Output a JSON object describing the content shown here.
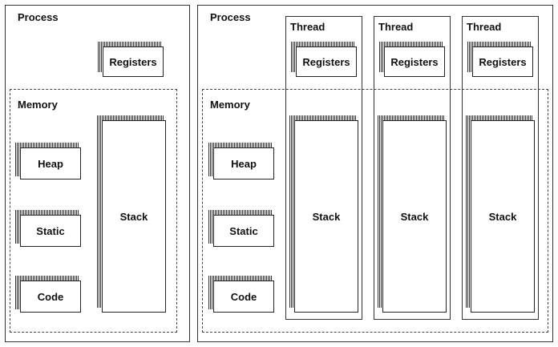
{
  "single": {
    "process_label": "Process",
    "memory_label": "Memory",
    "registers_label": "Registers",
    "heap_label": "Heap",
    "static_label": "Static",
    "code_label": "Code",
    "stack_label": "Stack"
  },
  "multi": {
    "process_label": "Process",
    "memory_label": "Memory",
    "heap_label": "Heap",
    "static_label": "Static",
    "code_label": "Code",
    "threads": [
      {
        "label": "Thread",
        "registers_label": "Registers",
        "stack_label": "Stack"
      },
      {
        "label": "Thread",
        "registers_label": "Registers",
        "stack_label": "Stack"
      },
      {
        "label": "Thread",
        "registers_label": "Registers",
        "stack_label": "Stack"
      }
    ]
  }
}
